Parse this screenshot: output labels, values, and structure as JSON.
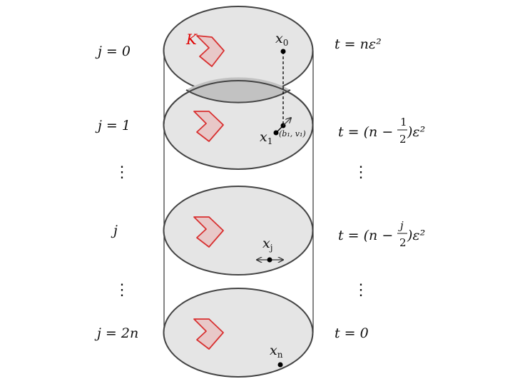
{
  "diagram": {
    "set_label": "K",
    "left_labels": {
      "j0": "j = 0",
      "j1": "j = 1",
      "vdots1": "⋮",
      "j": "j",
      "vdots2": "⋮",
      "j2n": "j = 2n"
    },
    "right_labels": {
      "t0": "t = nε²",
      "t1_prefix": "t = (n −",
      "t1_num": "1",
      "t1_den": "2",
      "t1_suffix": ")ε²",
      "vdots1": "⋮",
      "tj_prefix": "t = (n −",
      "tj_num": "j",
      "tj_den": "2",
      "tj_suffix": ")ε²",
      "vdots2": "⋮",
      "tlast": "t = 0"
    },
    "points": {
      "x0": "x",
      "x0_sub": "0",
      "x1": "x",
      "x1_sub": "1",
      "xj": "x",
      "xj_sub": "j",
      "xn": "x",
      "xn_sub": "n"
    },
    "step_label": "(b₁, v₁)",
    "colors": {
      "disk_fill": "#e5e5e5",
      "outline": "#444444",
      "set_stroke": "#d83030",
      "set_fill": "#e8c8c8",
      "set_label": "#e00000"
    }
  }
}
